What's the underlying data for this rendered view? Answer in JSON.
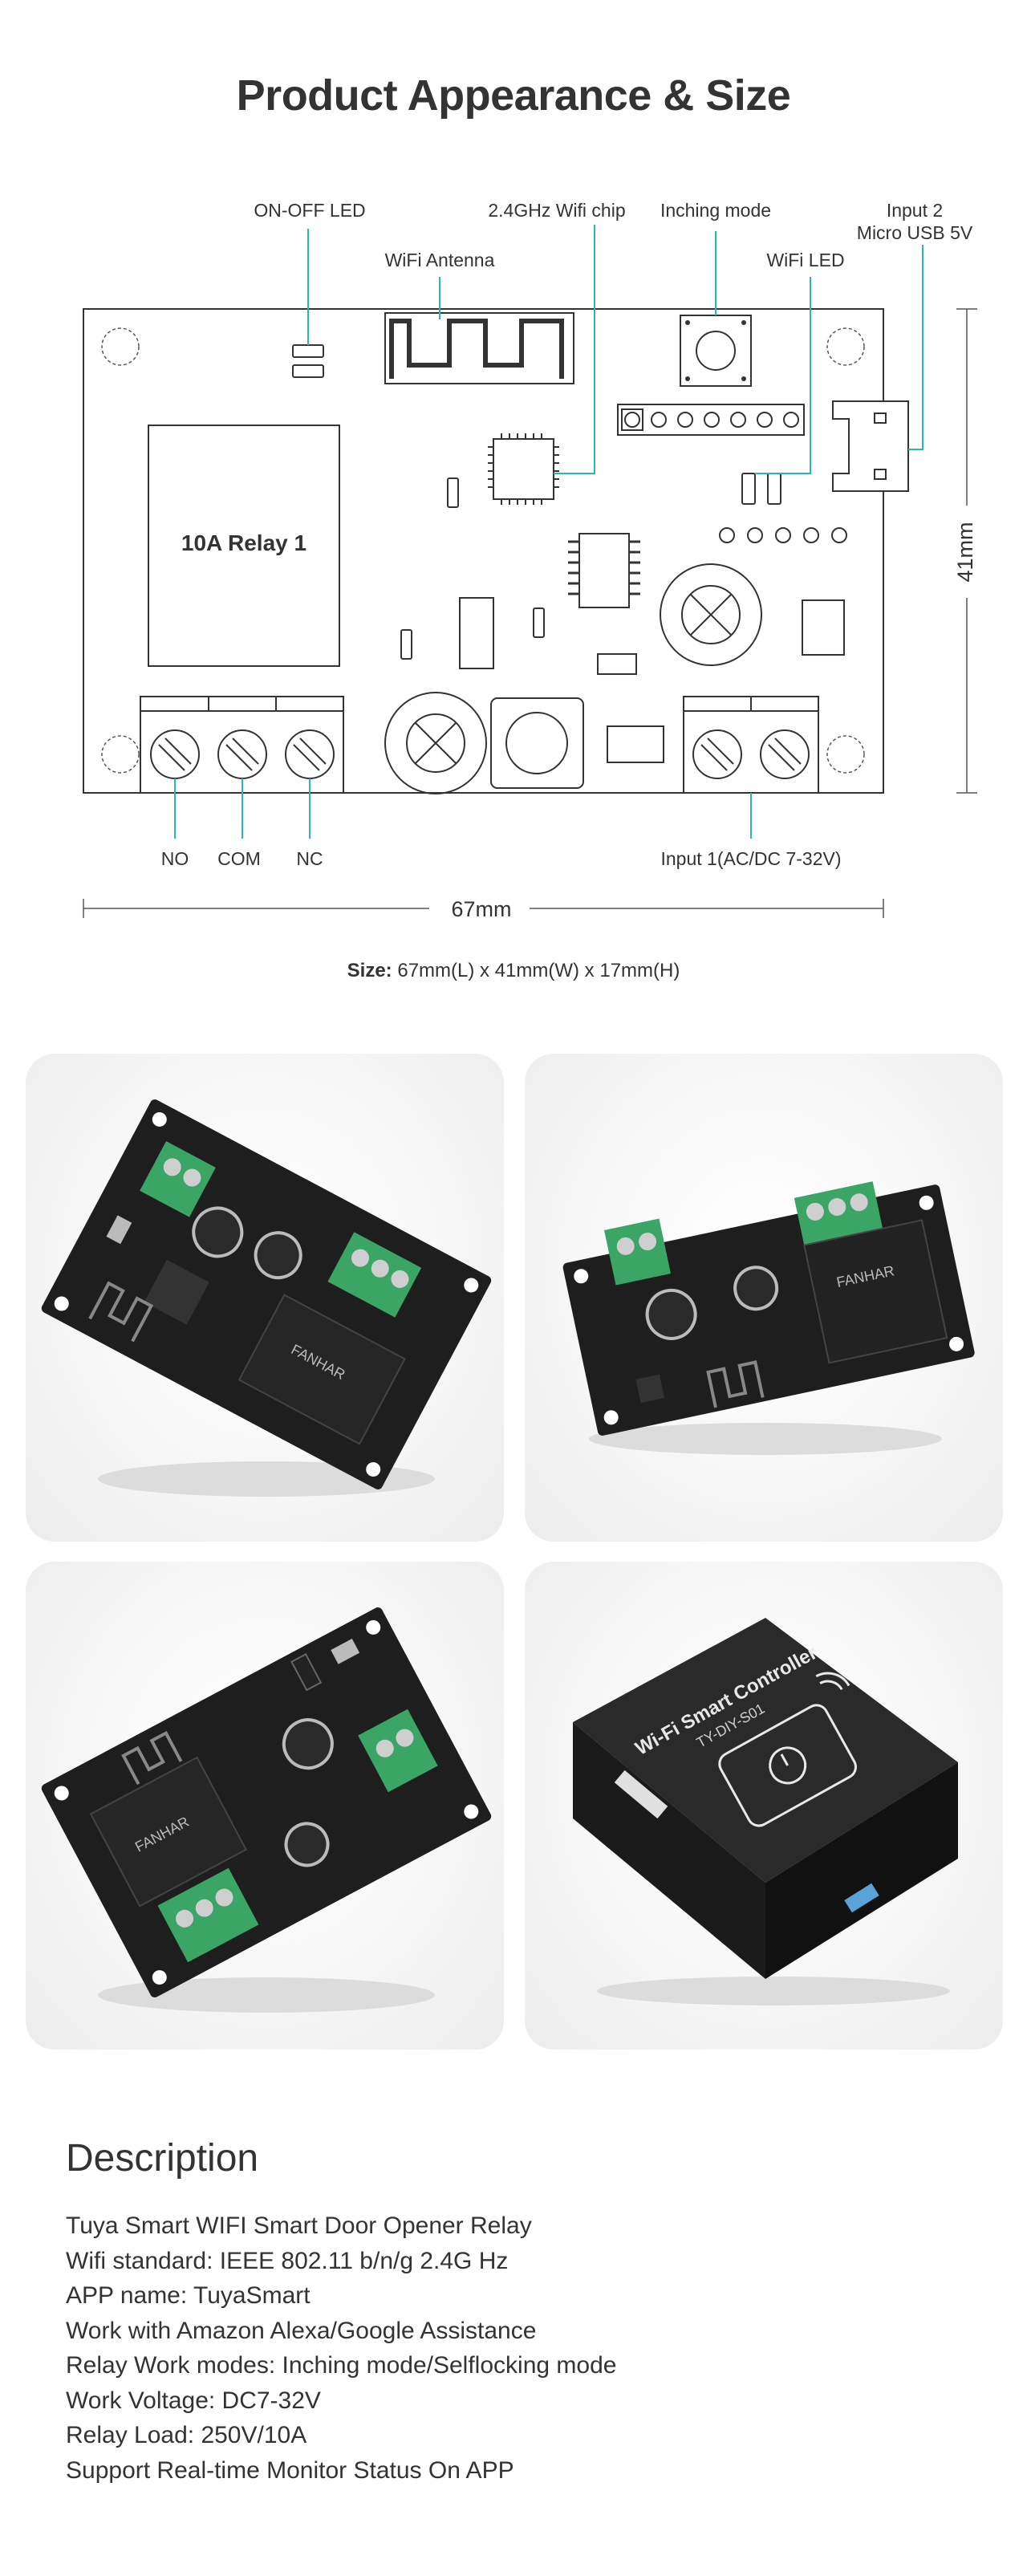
{
  "appearance": {
    "title": "Product Appearance & Size",
    "labels": {
      "on_off_led": "ON-OFF LED",
      "wifi_antenna": "WiFi Antenna",
      "wifi_chip": "2.4GHz Wifi chip",
      "inching_mode": "Inching mode",
      "wifi_led": "WiFi LED",
      "input2_line1": "Input 2",
      "input2_line2": "Micro USB 5V",
      "relay": "10A Relay 1",
      "height_dim": "41mm",
      "no": "NO",
      "com": "COM",
      "nc": "NC",
      "input1": "Input 1(AC/DC 7-32V)",
      "width_dim": "67mm"
    },
    "size": {
      "label": "Size:",
      "value": " 67mm(L) x 41mm(W) x 17mm(H)"
    }
  },
  "photos": {
    "board_text": "FANHAR",
    "box_title": "Wi-Fi Smart Controller",
    "box_model": "TY-DIY-S01"
  },
  "description": {
    "title": "Description",
    "lines": [
      "Tuya Smart WIFI Smart Door Opener Relay",
      "Wifi standard: IEEE 802.11 b/n/g 2.4G Hz",
      "APP name: TuyaSmart",
      "Work with Amazon Alexa/Google Assistance",
      "Relay Work modes: Inching mode/Selflocking mode",
      "Work Voltage: DC7-32V",
      "Relay Load: 250V/10A",
      "Support Real-time Monitor Status On APP"
    ]
  },
  "colors": {
    "leader_line": "#2fb5b0",
    "terminal_green": "#3aa565",
    "board_black": "#1e1e1e"
  }
}
